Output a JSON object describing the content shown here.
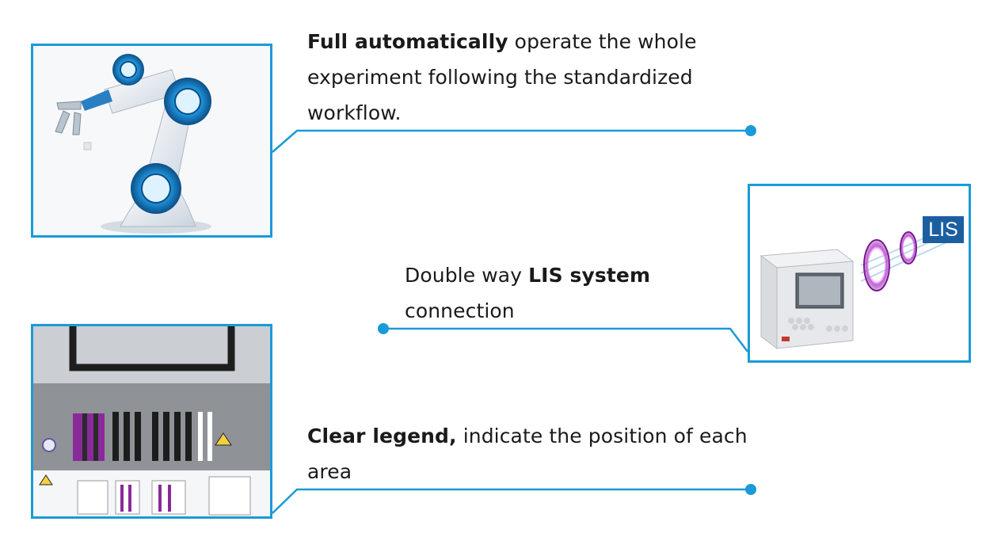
{
  "feature_auto": {
    "bold": "Full automatically",
    "rest": " operate the whole experiment following the standardized workflow."
  },
  "feature_lis": {
    "prefix": "Double way ",
    "bold": "LIS system",
    "suffix": " connection"
  },
  "feature_legend": {
    "bold": "Clear legend,",
    "rest": " indicate the position of each area"
  },
  "lis_badge": "LIS",
  "colors": {
    "accent": "#1a9ad8",
    "robot_blue": "#1f8fd6",
    "lis_badge_bg": "#1c5fa0",
    "purple": "#8a2a9a"
  }
}
